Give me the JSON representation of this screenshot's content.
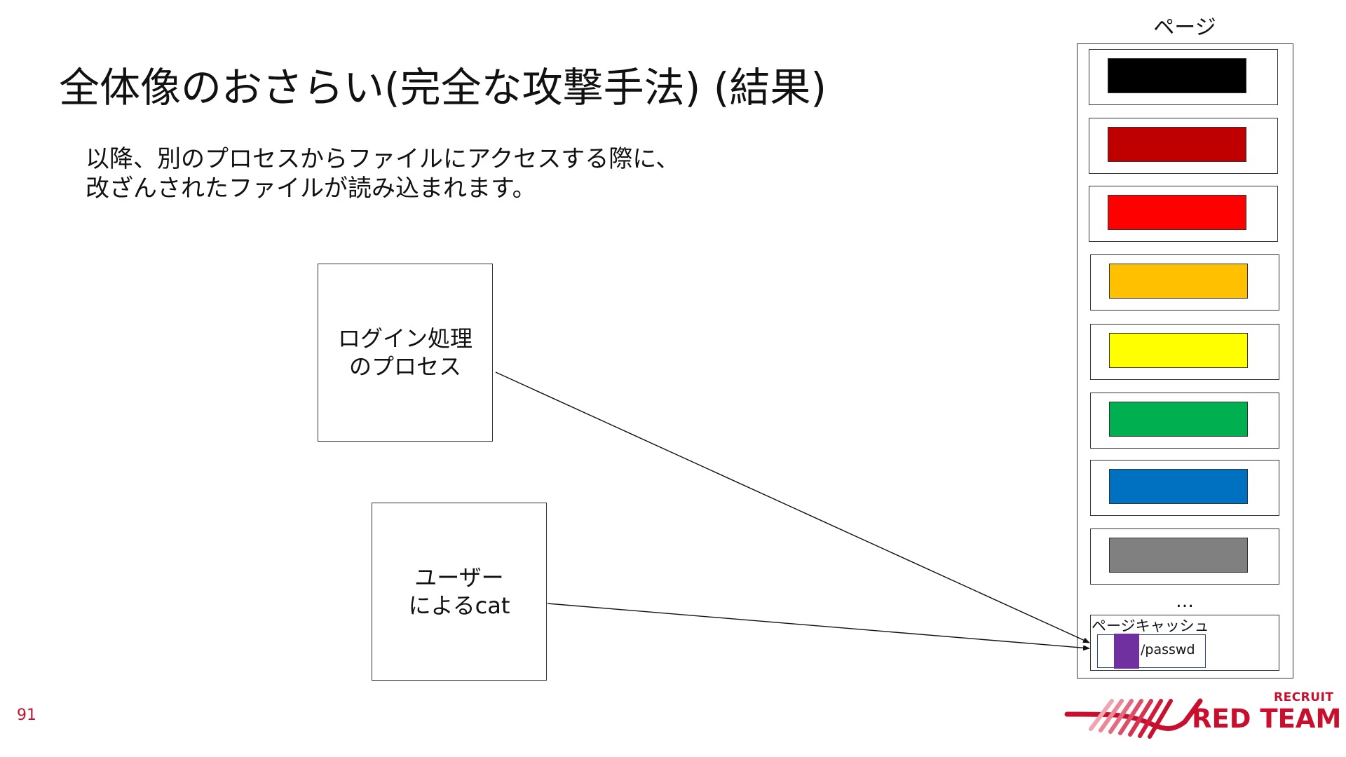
{
  "slide": {
    "title": "全体像のおさらい(完全な攻撃手法) (結果)",
    "subtitle_lines": [
      "以降、別のプロセスからファイルにアクセスする際に、",
      "改ざんされたファイルが読み込まれます。"
    ],
    "page_number": "91"
  },
  "processes": {
    "login": {
      "lines": [
        "ログイン処理",
        "のプロセス"
      ]
    },
    "cat": {
      "lines": [
        "ユーザー",
        "によるcat"
      ]
    }
  },
  "memory": {
    "page_label": "ページ",
    "page_colors": [
      "#000000",
      "#c00000",
      "#ff0000",
      "#ffc000",
      "#ffff00",
      "#00b050",
      "#0070c0",
      "#808080"
    ],
    "ellipsis": "…",
    "page_cache_label": "ページキャッシュ",
    "cached_file": {
      "name": "/passwd",
      "highlight_color": "#7030a0"
    }
  },
  "logo": {
    "top": "RECRUIT",
    "bottom": "RED TEAM",
    "color": "#c8102e"
  }
}
